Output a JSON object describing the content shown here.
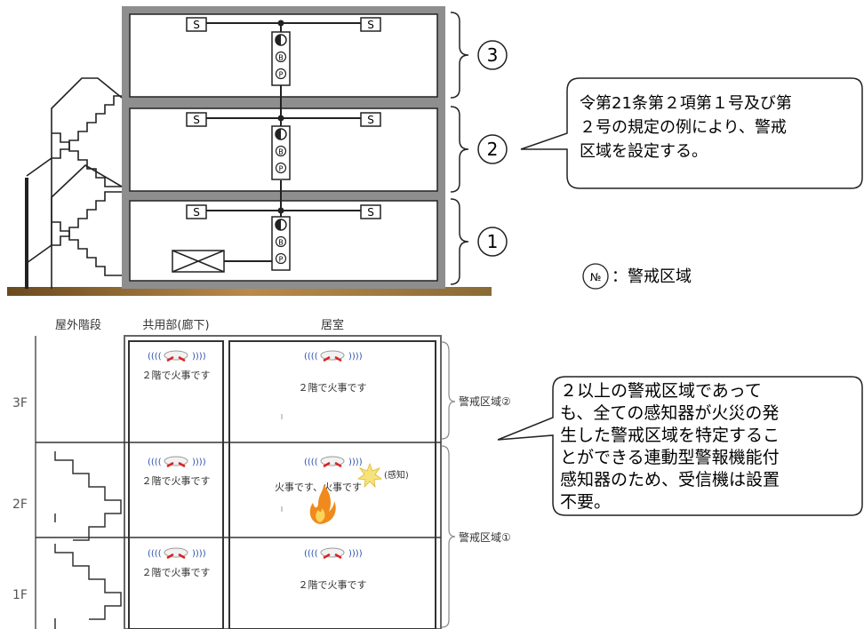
{
  "top_diagram": {
    "zone_labels": [
      "③",
      "②",
      "①"
    ],
    "s_label": "S",
    "b_label": "B",
    "p_label": "P",
    "callout_lines": [
      "令第21条第２項第１号及び第",
      "２号の規定の例により、警戒",
      "区域を設定する。"
    ],
    "legend_symbol": "№",
    "legend_text": "：警戒区域"
  },
  "bottom_diagram": {
    "headers": {
      "stairs": "屋外階段",
      "corridor": "共用部(廊下)",
      "room": "居室"
    },
    "floor_labels": [
      "3F",
      "2F",
      "1F"
    ],
    "messages": {
      "f3_corridor": "２階で火事です",
      "f3_room": "２階で火事です",
      "f2_corridor": "２階で火事です",
      "f2_room": "火事です、火事です",
      "f2_detect": "(感知)",
      "f1_corridor": "２階で火事です",
      "f1_room": "２階で火事です"
    },
    "zone_labels": [
      "警戒区域②",
      "警戒区域①"
    ],
    "callout_lines": [
      "２以上の警戒区域であって",
      "も、全ての感知器が火災の発",
      "生した警戒区域を特定するこ",
      "とができる連動型警報機能付",
      "感知器のため、受信機は設置",
      "不要。"
    ]
  }
}
